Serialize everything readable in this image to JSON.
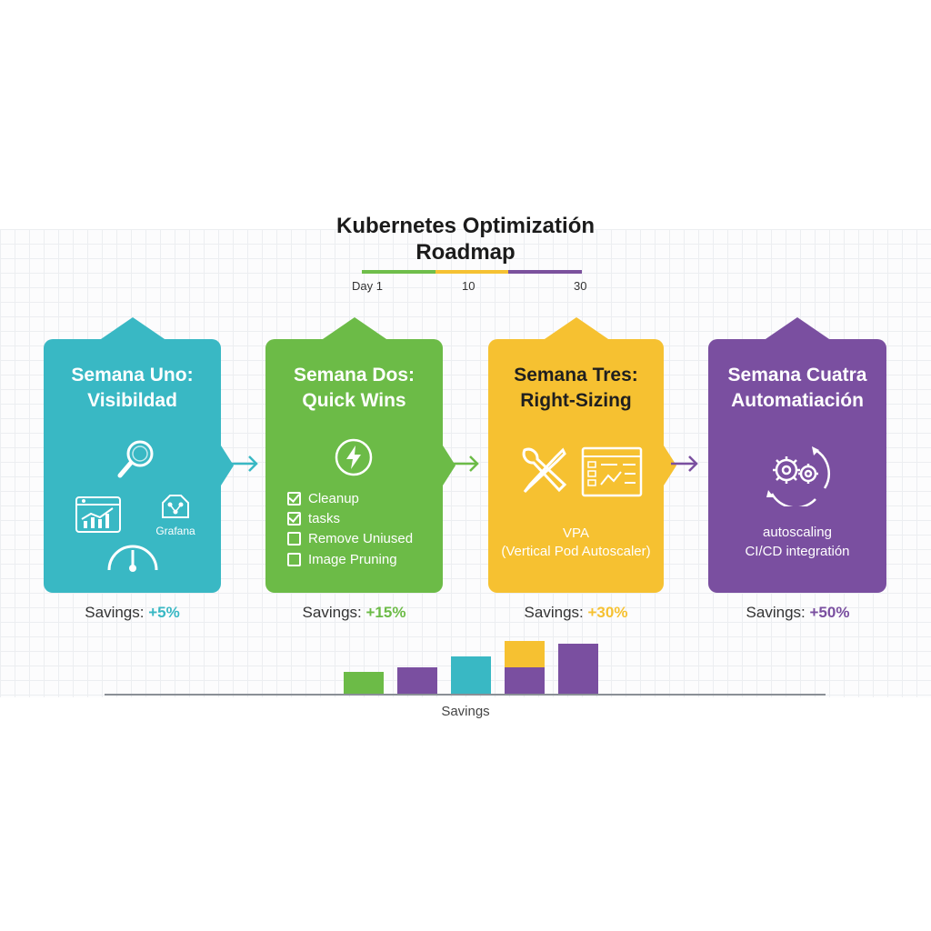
{
  "title": {
    "line1": "Kubernetes Optimizatión",
    "line2": "Roadmap"
  },
  "timeline": {
    "labels": [
      "Day 1",
      "10",
      "30"
    ],
    "colors": [
      "#6fbe4a",
      "#f5c132",
      "#7b519d"
    ]
  },
  "cards": [
    {
      "title1": "Semana Uno:",
      "title2": "Visibildad",
      "color": "#39b8c4",
      "icons": [
        "magnifier-icon",
        "dashboard-chart-icon",
        "grafana-icon",
        "gauge-icon"
      ],
      "grafana_label": "Grafana",
      "savings_label": "Savings:",
      "savings_value": "+5%"
    },
    {
      "title1": "Semana Dos:",
      "title2": "Quick Wins",
      "color": "#6cbb47",
      "icons": [
        "lightning-icon",
        "checkbox-icon"
      ],
      "tasks": [
        {
          "label": "Cleanup",
          "checked": true
        },
        {
          "label": "tasks",
          "checked": true
        },
        {
          "label": "Remove Uniused",
          "checked": false
        },
        {
          "label": "Image Pruning",
          "checked": false
        }
      ],
      "savings_label": "Savings:",
      "savings_value": "+15%"
    },
    {
      "title1": "Semana Tres:",
      "title2": "Right-Sizing",
      "color": "#f6c131",
      "icons": [
        "wrench-screwdriver-icon",
        "resource-panel-icon"
      ],
      "line1": "VPA",
      "line2": "(Vertical Pod Autoscaler)",
      "savings_label": "Savings:",
      "savings_value": "+30%"
    },
    {
      "title1": "Semana Cuatra",
      "title2": "Automatiación",
      "color": "#7a4fa0",
      "icons": [
        "gears-cycle-icon"
      ],
      "line1": "autoscaling",
      "line2": "CI/CD integratión",
      "savings_label": "Savings:",
      "savings_value": "+50%"
    }
  ],
  "chart_data": {
    "type": "bar",
    "xlabel": "Savings",
    "bars": [
      {
        "value": 5,
        "color": "#6cbb47"
      },
      {
        "value": 6,
        "color": "#7a4fa0"
      },
      {
        "value": 8.5,
        "color": "#39b8c4"
      },
      {
        "value": 12,
        "segments": [
          {
            "value": 6,
            "color": "#7a4fa0"
          },
          {
            "value": 6,
            "color": "#f6c131"
          }
        ]
      },
      {
        "value": 11.5,
        "color": "#7a4fa0"
      }
    ]
  }
}
